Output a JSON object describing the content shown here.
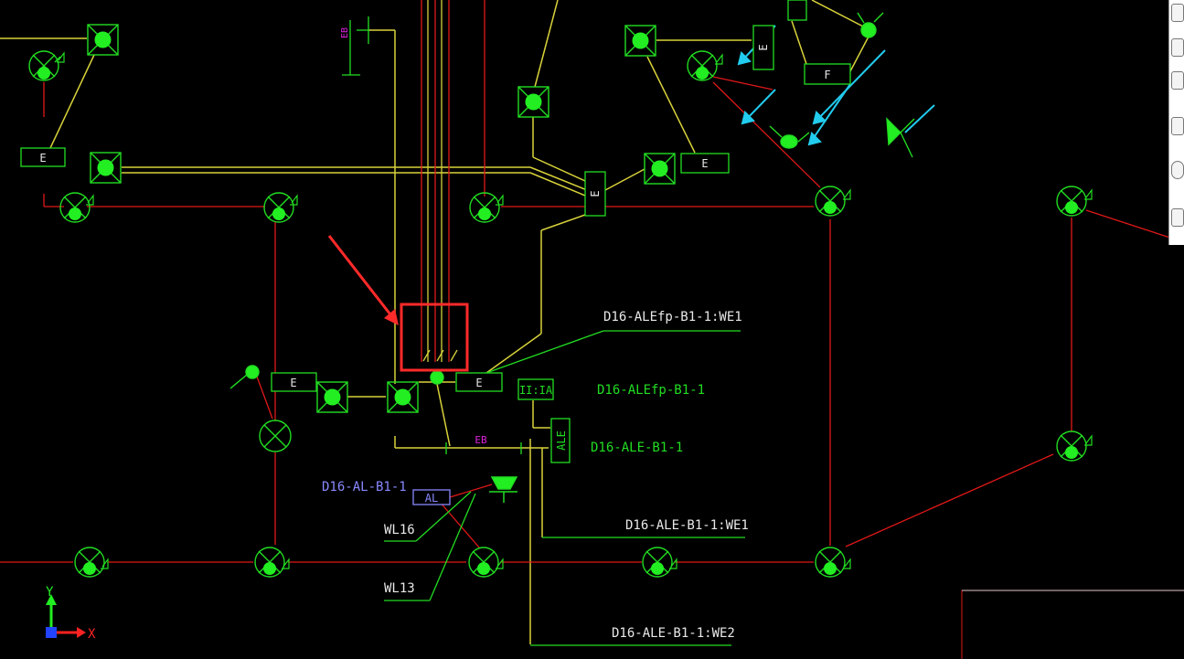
{
  "colors": {
    "background": "#000000",
    "wire_yellow": "#d8d23a",
    "wire_red": "#e01818",
    "wire_green": "#22dd22",
    "fixture_green": "#22ee22",
    "label_green": "#22dd22",
    "label_white": "#e8e8e8",
    "label_blue": "#8888ff",
    "label_magenta": "#dd22dd",
    "cyan_arrow": "#22ccee",
    "highlight_red": "#ff2a2a",
    "axis_green": "#22ee22",
    "axis_blue": "#2244ff",
    "axis_red": "#ff2222"
  },
  "labels": {
    "we1_top": "D16-ALEfp-B1-1:WE1",
    "panel_fp": "D16-ALEfp-B1-1",
    "panel_ale": "D16-ALE-B1-1",
    "panel_al": "D16-AL-B1-1",
    "we1_bottom": "D16-ALE-B1-1:WE1",
    "we2": "D16-ALE-B1-1:WE2",
    "wl16": "WL16",
    "wl13": "WL13",
    "eb_magenta_top": "EB",
    "eb_magenta_mid": "EB"
  },
  "boxes": {
    "e_left_top": "E",
    "e_left_mid": "E",
    "e_center": "E",
    "e_vertical_center": "E",
    "e_right_top": "E",
    "e_top_right_vertical": "E",
    "f_top_right": "F",
    "iia": "II:IA",
    "ale": "ALE",
    "al": "AL"
  },
  "axis": {
    "y": "Y",
    "x": "X"
  },
  "toolbar": {
    "icons": [
      "cloud-icon",
      "3d-view-icon",
      "cube-icon",
      "layer-icon",
      "orbit-icon",
      "properties-icon"
    ]
  }
}
